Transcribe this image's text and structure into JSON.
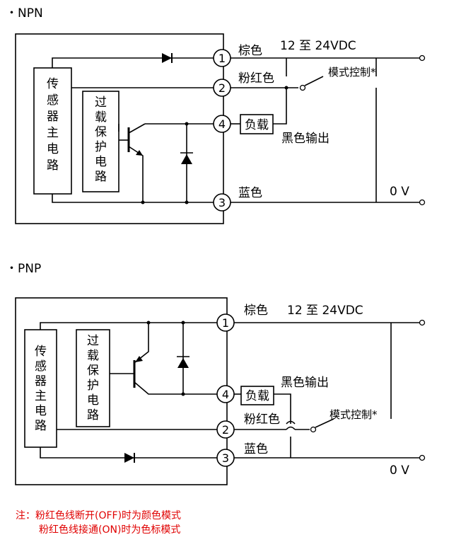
{
  "npn": {
    "title": "・NPN",
    "wire_brown": "棕色",
    "voltage": "12 至 24VDC",
    "wire_pink": "粉红色",
    "mode_control": "模式控制*",
    "load": "负载",
    "black_output": "黑色输出",
    "wire_blue": "蓝色",
    "zero_v": "0 V",
    "main_circuit": [
      "传",
      "感",
      "器",
      "主",
      "电",
      "路"
    ],
    "protect_circuit": [
      "过",
      "载",
      "保",
      "护",
      "电",
      "路"
    ],
    "terminals": [
      "1",
      "2",
      "4",
      "3"
    ]
  },
  "pnp": {
    "title": "・PNP",
    "wire_brown": "棕色",
    "voltage": "12 至 24VDC",
    "black_output": "黑色输出",
    "load": "负载",
    "wire_pink": "粉红色",
    "mode_control": "模式控制*",
    "wire_blue": "蓝色",
    "zero_v": "0 V",
    "main_circuit": [
      "传",
      "感",
      "器",
      "主",
      "电",
      "路"
    ],
    "protect_circuit": [
      "过",
      "载",
      "保",
      "护",
      "电",
      "路"
    ],
    "terminals": [
      "1",
      "4",
      "2",
      "3"
    ]
  },
  "note": {
    "line1": "注：粉红色线断开(OFF)时为颜色模式",
    "line2": "粉红色线接通(ON)时为色标模式"
  },
  "colors": {
    "line": "#000000",
    "note": "#e00000"
  }
}
